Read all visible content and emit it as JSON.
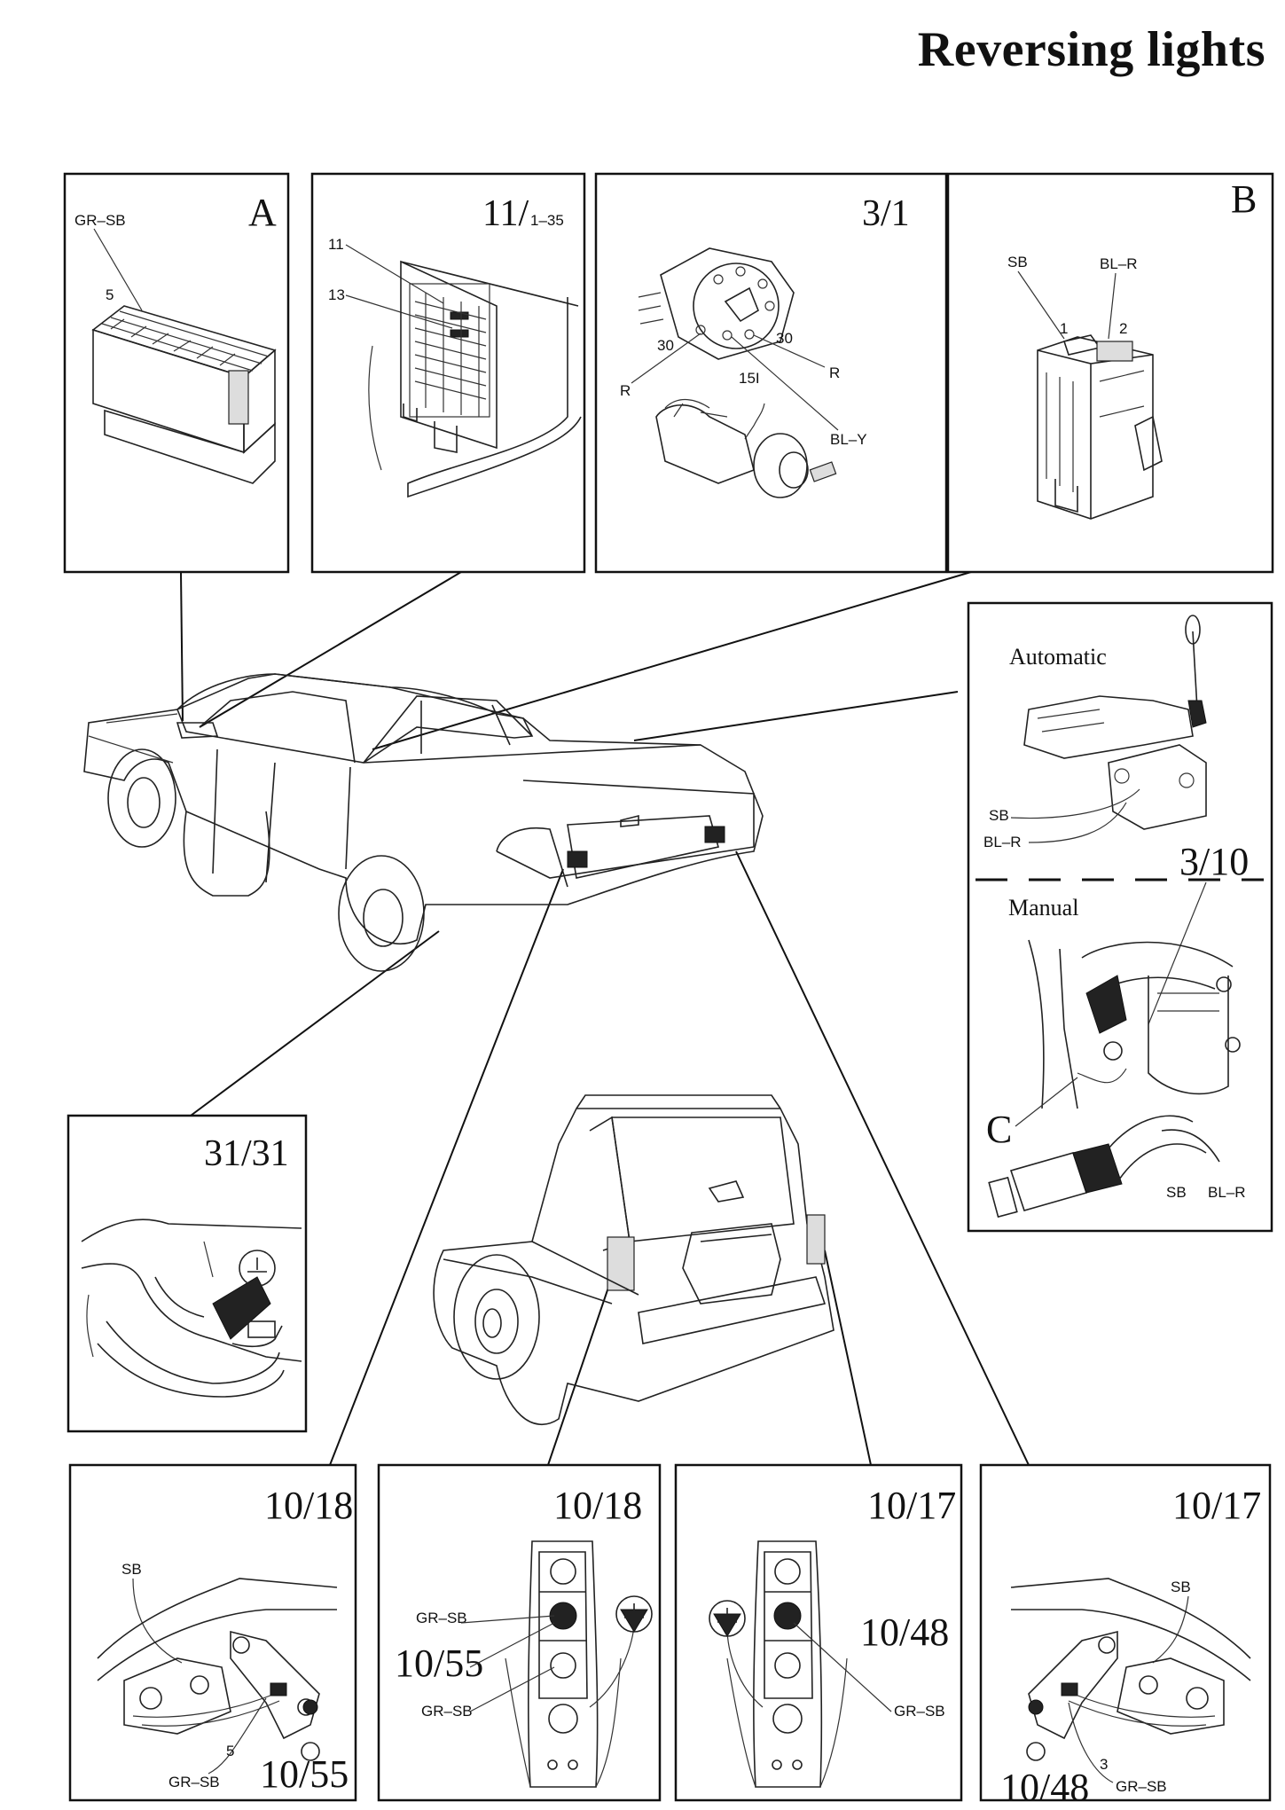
{
  "title": "Reversing lights",
  "panels": {
    "A": {
      "code": "A",
      "wire": "GR–SB",
      "pin": "5"
    },
    "fuse": {
      "code": "11/",
      "code_sub": "1–35",
      "label_11": "11",
      "label_13": "13"
    },
    "ign": {
      "code": "3/1",
      "t30a": "30",
      "t30b": "30",
      "tR1": "R",
      "tR2": "R",
      "t15": "15I",
      "wire": "BL–Y"
    },
    "B": {
      "code": "B",
      "wire1": "SB",
      "wire2": "BL–R",
      "pin1": "1",
      "pin2": "2"
    },
    "C": {
      "auto": "Automatic",
      "sb": "SB",
      "blr": "BL–R",
      "code": "3/10",
      "manual": "Manual",
      "letter": "C",
      "sb2": "SB",
      "blr2": "BL–R"
    },
    "ground": {
      "code": "31/31"
    },
    "b1": {
      "code": "10/18",
      "sb": "SB",
      "pin": "5",
      "wire": "GR–SB",
      "sub": "10/55"
    },
    "b2": {
      "code": "10/18",
      "wire1": "GR–SB",
      "sub": "10/55",
      "wire2": "GR–SB"
    },
    "b3": {
      "code": "10/17",
      "sub": "10/48",
      "wire": "GR–SB"
    },
    "b4": {
      "code": "10/17",
      "sb": "SB",
      "pin": "3",
      "sub": "10/48",
      "wire": "GR–SB"
    }
  }
}
